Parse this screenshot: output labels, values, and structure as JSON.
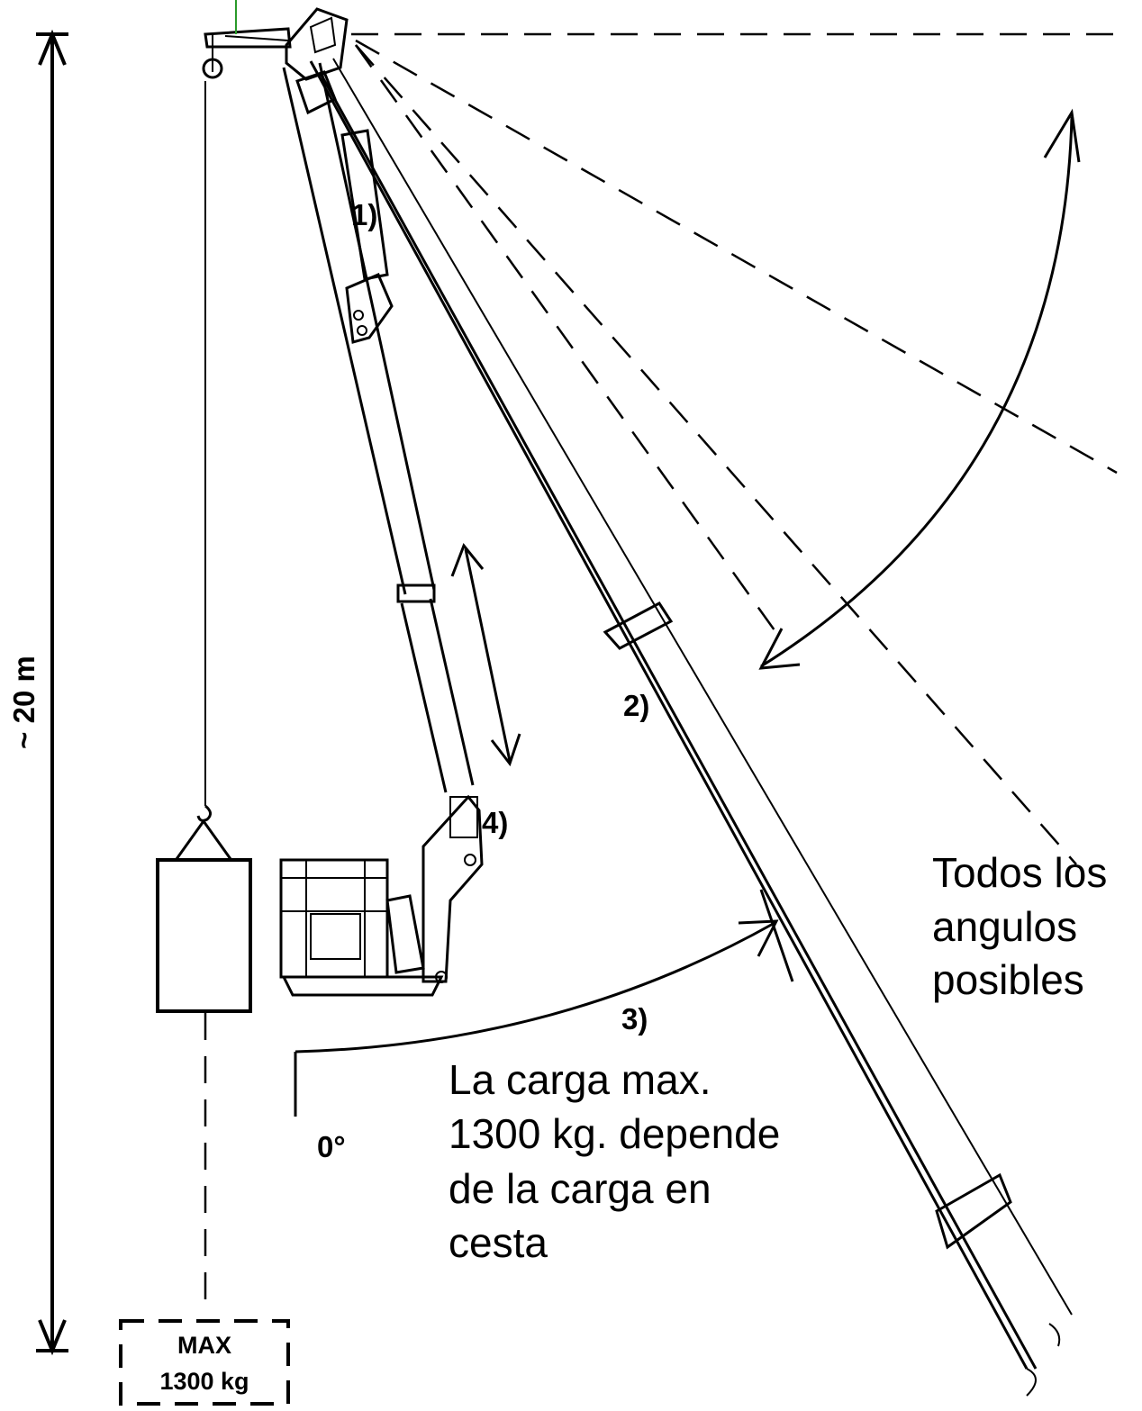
{
  "labels": {
    "height": "~ 20 m",
    "part_1": "1)",
    "part_2": "2)",
    "part_3": "3)",
    "part_4": "4)",
    "angle_zero": "0°",
    "angles_note": [
      "Todos los",
      "angulos",
      "posibles"
    ],
    "load_note": [
      "La carga max.",
      "1300 kg.  depende",
      "de la carga en",
      "cesta"
    ],
    "max_box": [
      "MAX",
      "1300 kg"
    ]
  }
}
